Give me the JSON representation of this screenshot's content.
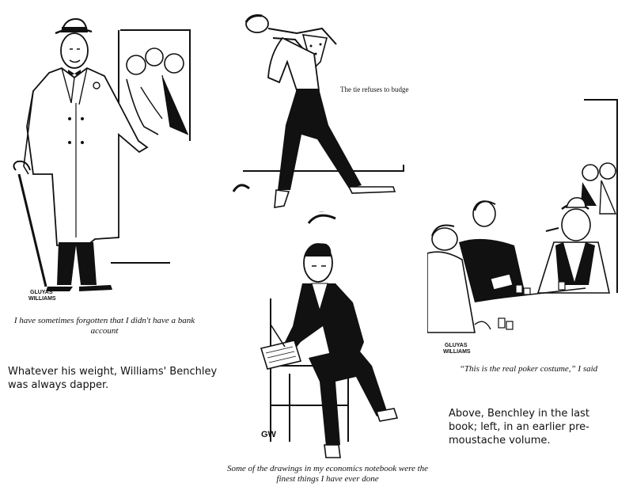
{
  "illustrations": [
    {
      "id": "dapper",
      "signature": "GLUYAS WILLIAMS",
      "caption": "I have sometimes forgotten that I didn't have a bank account"
    },
    {
      "id": "tie",
      "signature": "",
      "caption": "The tie refuses to budge"
    },
    {
      "id": "notebook",
      "signature": "GW",
      "caption": "Some of the drawings in my economics notebook were the finest things I have ever done"
    },
    {
      "id": "poker",
      "signature": "GLUYAS WILLIAMS",
      "caption": "“This is the real poker costume,” I said"
    }
  ],
  "notes": {
    "left": "Whatever his weight, Williams' Benchley was always dapper.",
    "right": "Above, Benchley in the last book; left, in an earlier pre-moustache volume."
  }
}
